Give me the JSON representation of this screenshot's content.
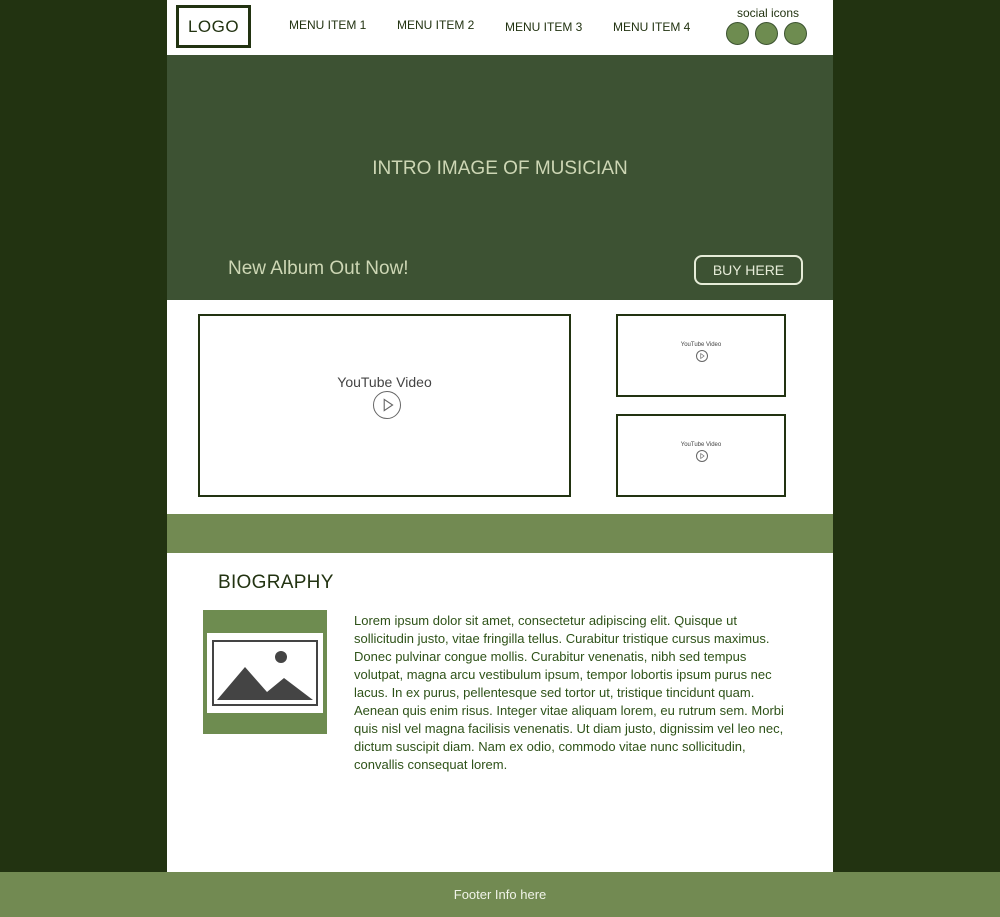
{
  "header": {
    "logo": "LOGO",
    "menu": [
      "MENU ITEM 1",
      "MENU ITEM 2",
      "MENU ITEM 3",
      "MENU ITEM 4"
    ],
    "social_label": "social icons",
    "social_icons": [
      "social-icon",
      "social-icon",
      "social-icon"
    ]
  },
  "hero": {
    "intro": "INTRO IMAGE OF MUSICIAN",
    "cta": "New Album Out Now!",
    "buy_label": "BUY HERE"
  },
  "videos": {
    "main_label": "YouTube Video",
    "small_1_label": "YouTube Video",
    "small_2_label": "YouTube Video"
  },
  "biography": {
    "heading": "BIOGRAPHY",
    "image_icon": "image-placeholder-icon",
    "text": "Lorem ipsum dolor sit amet, consectetur adipiscing elit. Quisque ut sollicitudin justo, vitae fringilla tellus. Curabitur tristique cursus maximus. Donec pulvinar congue mollis. Curabitur venenatis, nibh sed tempus volutpat, magna arcu vestibulum ipsum, tempor lobortis ipsum purus nec lacus. In ex purus, pellentesque sed tortor ut, tristique tincidunt quam. Aenean quis enim risus. Integer vitae aliquam lorem, eu rutrum sem. Morbi quis nisl vel magna facilisis venenatis. Ut diam justo, dignissim vel leo nec, dictum suscipit diam. Nam ex odio, commodo vitae nunc sollicitudin, convallis consequat lorem."
  },
  "footer": {
    "text": "Footer Info here"
  },
  "colors": {
    "background": "#223311",
    "hero": "#3d5233",
    "accent": "#728a52",
    "text_dark": "#223311"
  }
}
